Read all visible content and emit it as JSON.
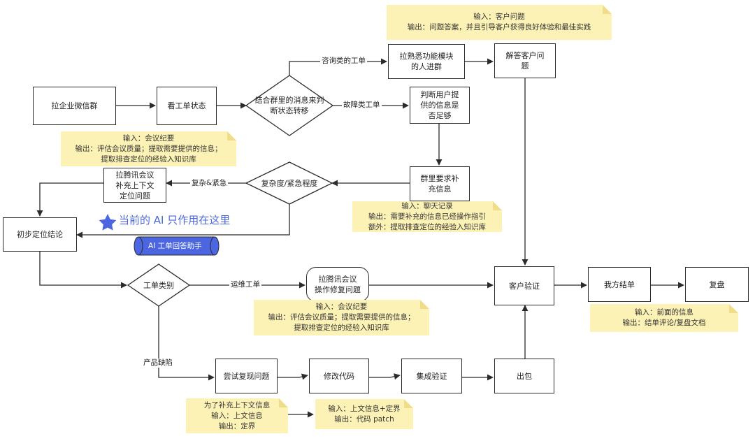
{
  "nodes": {
    "pull_wechat_group": "拉企业微信群",
    "check_ticket_status": "看工单状态",
    "judge_status_decision": "结合群里的消息来判\n断状态转移",
    "pull_familiar_people": "拉熟悉功能模块\n的人进群",
    "answer_customer": "解答客户问\n题",
    "judge_info_sufficient": "判断用户提\n供的信息是\n否足够",
    "request_more_info": "群里要求补\n充信息",
    "complexity_decision": "复杂度/紧急程度",
    "tencent_meeting_context": "拉腾讯会议\n补充上下文\n定位问题",
    "initial_conclusion": "初步定位结论",
    "ticket_type_decision": "工单类别",
    "tencent_meeting_fix": "拉腾讯会议\n操作修复问题",
    "customer_verify": "客户验证",
    "our_close": "我方结单",
    "review": "复盘",
    "try_reproduce": "尝试复现问题",
    "modify_code": "修改代码",
    "integration_verify": "集成验证",
    "release": "出包"
  },
  "edge_labels": {
    "consult_ticket": "咨询类的工单",
    "fault_ticket": "故障类工单",
    "complex_urgent": "复杂&紧急",
    "ops_ticket": "运维工单",
    "product_defect": "产品缺陷"
  },
  "notes": {
    "customer_question": "输入：客户问题\n输出：问题答案，并且引导客户获得良好体验和最佳实践",
    "meeting_minutes_top": "输入：会议纪要\n输出：评估会议质量；提取需要提供的信息；\n提取排查定位的经验入知识库",
    "chat_records": "输入：聊天记录\n输出：需要补充的信息已经操作指引\n额外：提取排查定位的经验入知识库",
    "meeting_minutes_mid": "输入：会议纪要\n输出：评估会议质量；提取需要提供的信息；\n提取排查定位的经验入知识库",
    "previous_info": "输入：前面的信息\n输出：结单评论/复盘文档",
    "context_supplement": "为了补充上下文信息\n输入：上文信息\n输出：定界",
    "code_patch": "输入：上文信息+定界\n输出：代码 patch"
  },
  "callout": {
    "text": "当前的 AI 只作用在这里",
    "assistant_label": "AI 工单回答助手"
  },
  "colors": {
    "note_bg": "#fdf2b6",
    "accent_blue": "#4b66e0",
    "line": "#2b2b2b"
  }
}
